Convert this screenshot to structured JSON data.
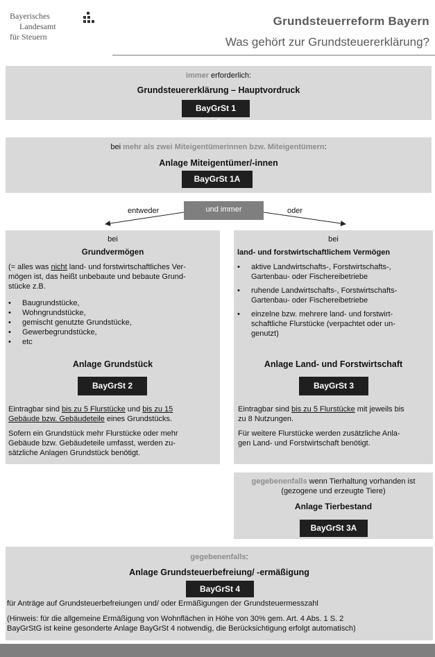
{
  "header": {
    "logo_line1": "Bayerisches",
    "logo_line2": "Landesamt",
    "logo_line3": "für Steuern",
    "title": "Grundsteuerreform Bayern",
    "subtitle": "Was gehört zur Grundsteuererklärung?"
  },
  "section_main": {
    "qualifier_hl": "immer",
    "qualifier_rest": " erforderlich:",
    "title": "Grundsteuererklärung – Hauptvordruck",
    "form": "BayGrSt 1"
  },
  "section_co": {
    "pre": "bei ",
    "hl": "mehr als zwei Miteigentümerinnen bzw. Miteigentümern",
    "post": ":",
    "title": "Anlage Miteigentümer/-innen",
    "form": "BayGrSt 1A"
  },
  "branch": {
    "left": "entweder",
    "middle": "und immer",
    "right": "oder"
  },
  "left_col": {
    "bei": "bei",
    "title": "Grundvermögen",
    "desc_1": "(= alles was ",
    "desc_nicht": "nicht",
    "desc_2": " land- und forstwirtschaftliches Ver-",
    "desc_line2": "mögen ist, das heißt unbebaute und bebaute Grund-",
    "desc_line3": "stücke z.B.",
    "items": [
      "Baugrundstücke,",
      "Wohngrundstücke,",
      "gemischt genutzte Grundstücke,",
      "Gewerbegrundstücke,",
      "etc"
    ],
    "anlage": "Anlage Grundstück",
    "form": "BayGrSt 2",
    "p1_a": "Eintragbar sind ",
    "p1_u1": "bis zu 5 Flurstücke",
    "p1_b": " und ",
    "p1_u2": "bis zu 15",
    "p1_u3": "Gebäude bzw. Gebäudeteile",
    "p1_c": " eines Grundstücks.",
    "p2_line1": "Sofern ein Grundstück mehr Flurstücke oder mehr",
    "p2_line2": "Gebäude bzw. Gebäudeteile umfasst, werden zu-",
    "p2_line3": "sätzliche Anlagen Grundstück benötigt."
  },
  "right_col": {
    "bei": "bei",
    "title": "land- und forstwirtschaftlichem Vermögen",
    "items": [
      {
        "l1": "aktive Landwirtschafts-, Forstwirtschafts-,",
        "l2": "Gartenbau- oder Fischereibetriebe"
      },
      {
        "l1": "ruhende Landwirtschafts-, Forstwirtschafts-",
        "l2": "Gartenbau- oder Fischereibetriebe"
      },
      {
        "l1": "einzelne bzw. mehrere land- und forstwirt-",
        "l2": "schaftliche Flurstücke (verpachtet oder un-",
        "l3": "genutzt)"
      }
    ],
    "anlage": "Anlage Land- und Forstwirtschaft",
    "form": "BayGrSt 3",
    "p1_a": "Eintragbar sind ",
    "p1_u": "bis zu 5 Flurstücke",
    "p1_b": " mit jeweils bis",
    "p1_line2": "zu 8 Nutzungen.",
    "p2_line1": "Für weitere Flurstücke werden zusätzliche Anla-",
    "p2_line2": "gen Land- und Forstwirtschaft benötigt."
  },
  "tier": {
    "hl": "gegebenenfalls",
    "rest": " wenn Tierhaltung vorhanden ist",
    "line2": "(gezogene und erzeugte Tiere)",
    "title": "Anlage Tierbestand",
    "form": "BayGrSt 3A"
  },
  "befreiung": {
    "hl": "gegebenenfalls",
    "post": ":",
    "title": "Anlage Grundsteuerbefreiung/ -ermäßigung",
    "form": "BayGrSt 4",
    "text": "für Anträge auf Grundsteuerbefreiungen und/ oder Ermäßigungen der Grundsteuermesszahl",
    "note_line1": "(Hinweis: für die allgemeine Ermäßigung von Wohnflächen in Höhe von 30% gem. Art. 4 Abs. 1 S. 2",
    "note_line2": "BayGrStG ist keine gesonderte Anlage BayGrSt 4 notwendig, die Berücksichtigung erfolgt automatisch)"
  },
  "colors": {
    "panel": "#d9d9d9",
    "dark_button": "#1f1f1f",
    "highlight_text": "#8c8c8c",
    "middle_button": "#7f7f7f",
    "footer_bar": "#7f7f7f"
  }
}
